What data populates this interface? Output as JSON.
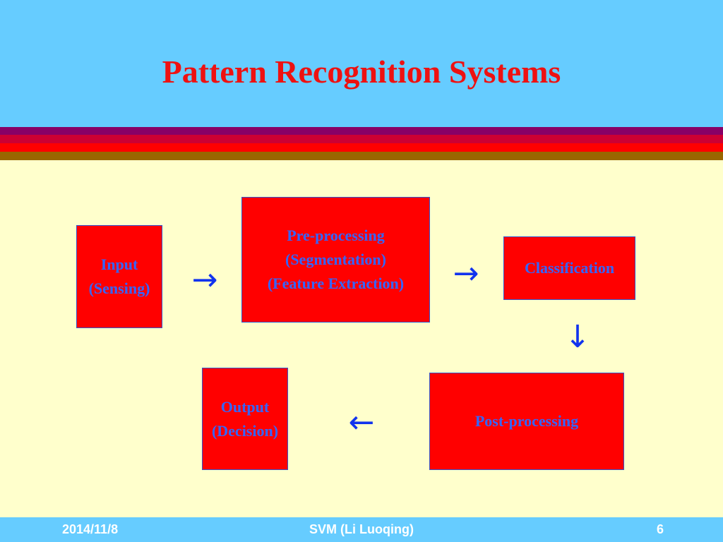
{
  "slide": {
    "title": "Pattern Recognition Systems"
  },
  "nodes": {
    "input": {
      "line1": "Input",
      "line2": "(Sensing)"
    },
    "preprocessing": {
      "line1": "Pre-processing",
      "line2": "(Segmentation)",
      "line3": "(Feature Extraction)"
    },
    "classification": {
      "line1": "Classification"
    },
    "postprocessing": {
      "line1": "Post-processing"
    },
    "output": {
      "line1": "Output",
      "line2": "(Decision)"
    }
  },
  "arrows": {
    "right": "→",
    "down": "↓",
    "left": "←"
  },
  "footer": {
    "date": "2014/11/8",
    "center": "SVM (Li Luoqing)",
    "page": "6"
  },
  "colors": {
    "header_bg": "#66ccff",
    "body_bg": "#ffffcc",
    "title": "#ee1111",
    "box_fill": "#ff0000",
    "box_text": "#3366ff",
    "arrow": "#1133ee"
  }
}
